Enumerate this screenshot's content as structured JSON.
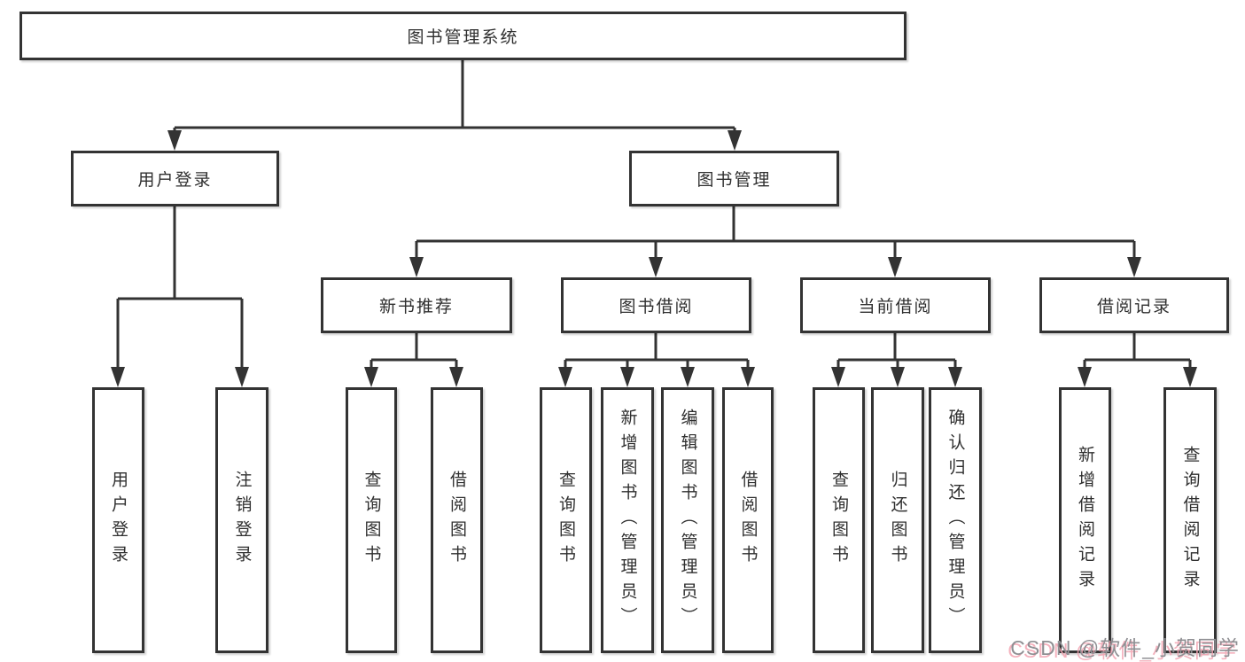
{
  "diagram_title": "图书管理系统",
  "tree": {
    "label": "图书管理系统",
    "children": [
      {
        "label": "用户登录",
        "children": [
          {
            "label": "用户登录"
          },
          {
            "label": "注销登录"
          }
        ]
      },
      {
        "label": "图书管理",
        "children": [
          {
            "label": "新书推荐",
            "children": [
              {
                "label": "查询图书"
              },
              {
                "label": "借阅图书"
              }
            ]
          },
          {
            "label": "图书借阅",
            "children": [
              {
                "label": "查询图书"
              },
              {
                "label": "新增图书（管理员）"
              },
              {
                "label": "编辑图书（管理员）"
              },
              {
                "label": "借阅图书"
              }
            ]
          },
          {
            "label": "当前借阅",
            "children": [
              {
                "label": "查询图书"
              },
              {
                "label": "归还图书"
              },
              {
                "label": "确认归还（管理员）"
              }
            ]
          },
          {
            "label": "借阅记录",
            "children": [
              {
                "label": "新增借阅记录"
              },
              {
                "label": "查询借阅记录"
              }
            ]
          }
        ]
      }
    ]
  },
  "watermark": {
    "text": "CSDN @软件_小贺同学",
    "text_color": "#8f8f93",
    "accent_color": "#f2a3b2"
  },
  "colors": {
    "box_border": "#333333",
    "box_fill": "#ffffff",
    "connector": "#333333",
    "background": "#ffffff"
  }
}
